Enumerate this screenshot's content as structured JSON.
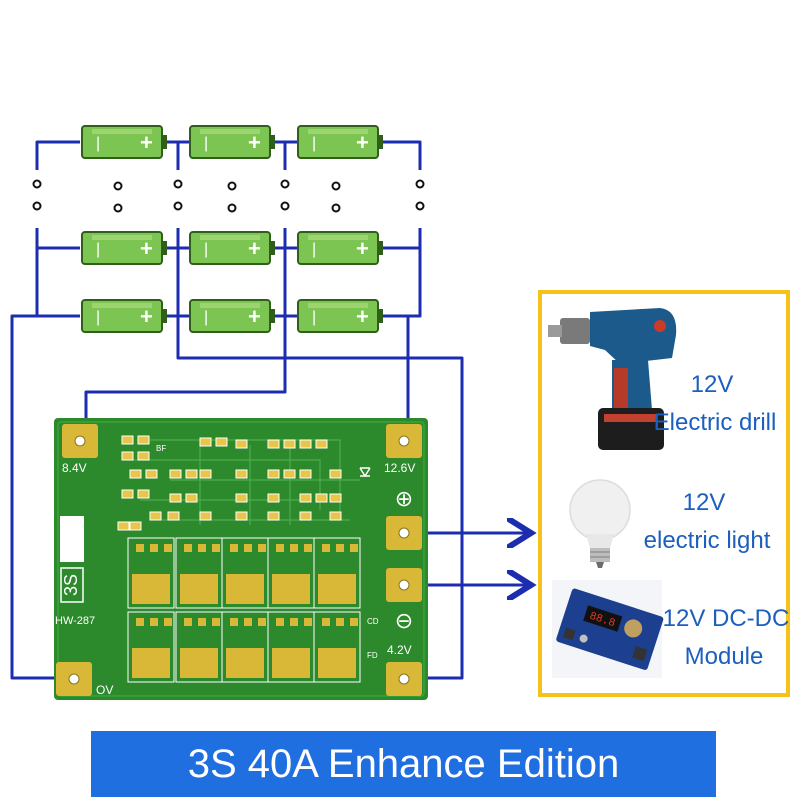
{
  "colors": {
    "wire": "#1d2db0",
    "battery_body": "#7dc552",
    "battery_border": "#2f5f1a",
    "pcb": "#2c8a2c",
    "pad": "#d9b838",
    "device_frame": "#f4c21b",
    "device_text": "#1c5fbf",
    "banner_bg": "#1f6fe0"
  },
  "battery": {
    "minus": "—",
    "plus": "+"
  },
  "board": {
    "model": "HW-287",
    "cell_count": "3S",
    "pad_labels": {
      "b1": "8.4V",
      "b3": "12.6V",
      "b0": "OV",
      "b2": "4.2V"
    },
    "plus_symbol": "⊕",
    "minus_symbol": "⊖",
    "silk_bf": "BF",
    "silk_cd": "CD",
    "silk_fd": "FD"
  },
  "devices": [
    {
      "line1": "12V",
      "line2": "Electric drill",
      "icon": "electric-drill-icon"
    },
    {
      "line1": "12V",
      "line2": "electric light",
      "icon": "light-bulb-icon"
    },
    {
      "line1": "12V DC-DC",
      "line2": "Module",
      "icon": "dc-dc-module-icon"
    }
  ],
  "module_display": "88.8",
  "banner": {
    "text": "3S 40A Enhance Edition"
  }
}
